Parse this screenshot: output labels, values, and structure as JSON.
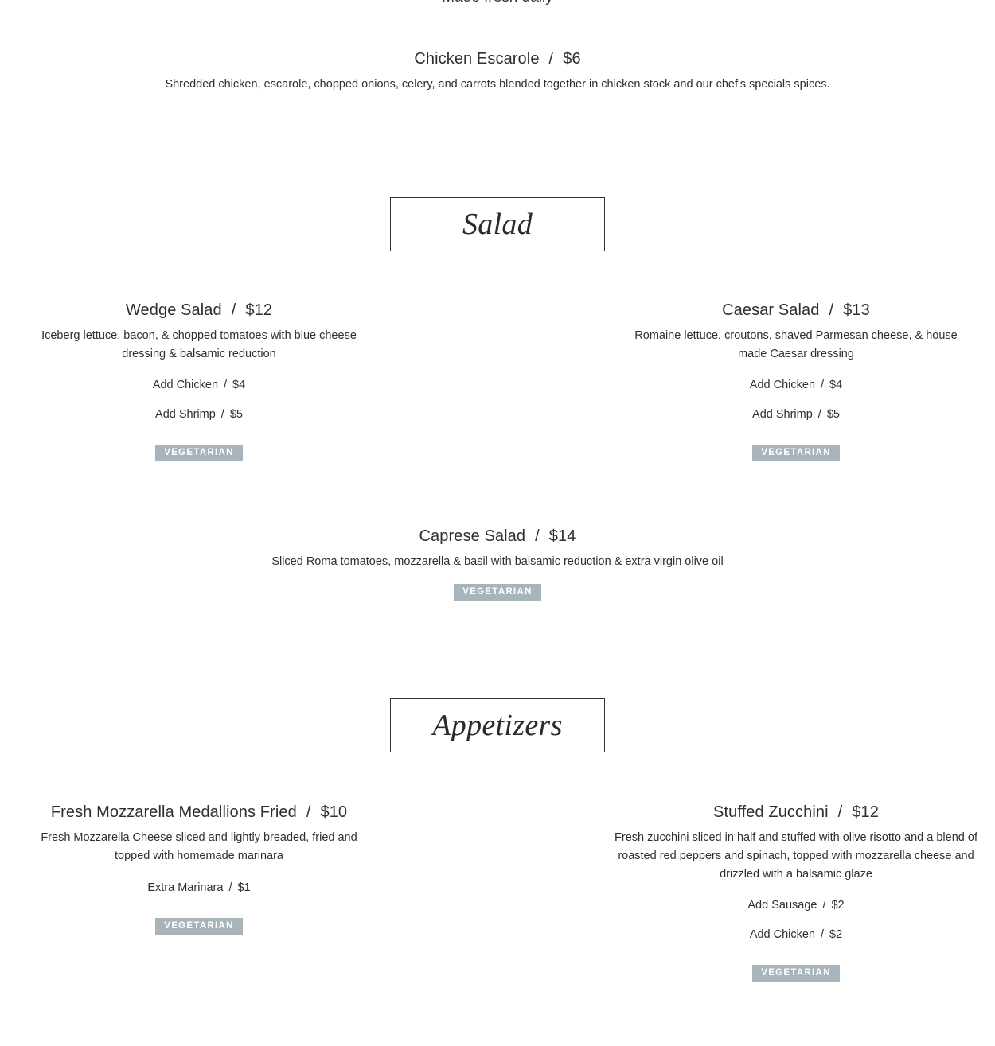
{
  "soup_section": {
    "partial_subtitle": "Made fresh daily",
    "chicken_escarole": {
      "name": "Chicken Escarole",
      "price": "$6",
      "description": "Shredded chicken, escarole, chopped onions, celery, and carrots blended together in chicken stock and our chef's specials spices."
    }
  },
  "salad_section": {
    "title": "Salad",
    "wedge": {
      "name": "Wedge Salad",
      "price": "$12",
      "description": "Iceberg lettuce, bacon, & chopped tomatoes with blue cheese dressing & balsamic reduction",
      "addons": [
        {
          "name": "Add Chicken",
          "price": "$4"
        },
        {
          "name": "Add Shrimp",
          "price": "$5"
        }
      ],
      "badge": "VEGETARIAN"
    },
    "caesar": {
      "name": "Caesar Salad",
      "price": "$13",
      "description": "Romaine lettuce, croutons, shaved Parmesan cheese, & house made Caesar dressing",
      "addons": [
        {
          "name": "Add Chicken",
          "price": "$4"
        },
        {
          "name": "Add Shrimp",
          "price": "$5"
        }
      ],
      "badge": "VEGETARIAN"
    },
    "caprese": {
      "name": "Caprese Salad",
      "price": "$14",
      "description": "Sliced Roma tomatoes, mozzarella & basil with balsamic reduction & extra virgin olive oil",
      "badge": "VEGETARIAN"
    }
  },
  "appetizers_section": {
    "title": "Appetizers",
    "mozzarella": {
      "name": "Fresh Mozzarella Medallions Fried",
      "price": "$10",
      "description": "Fresh Mozzarella Cheese sliced and lightly breaded, fried and topped with homemade marinara",
      "addons": [
        {
          "name": "Extra Marinara",
          "price": "$1"
        }
      ],
      "badge": "VEGETARIAN"
    },
    "zucchini": {
      "name": "Stuffed Zucchini",
      "price": "$12",
      "description": "Fresh zucchini sliced in half and stuffed with olive risotto and a blend of roasted red peppers and spinach, topped with mozzarella cheese and drizzled with a balsamic glaze",
      "addons": [
        {
          "name": "Add Sausage",
          "price": "$2"
        },
        {
          "name": "Add Chicken",
          "price": "$2"
        }
      ],
      "badge": "VEGETARIAN"
    }
  },
  "separator": "/"
}
